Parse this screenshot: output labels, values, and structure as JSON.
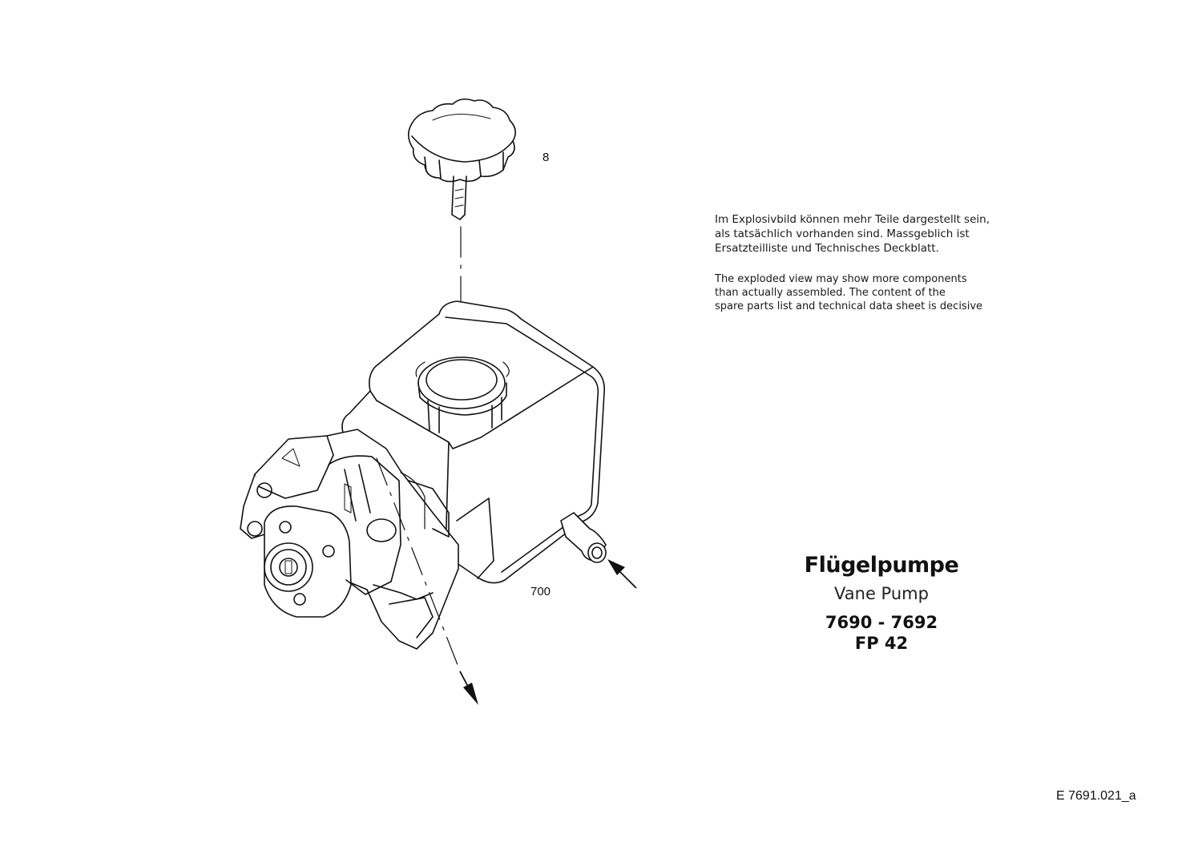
{
  "callouts": {
    "cap": "8",
    "reservoir": "700"
  },
  "note": {
    "de_lines": [
      "Im Explosivbild können mehr Teile dargestellt sein,",
      "als tatsächlich vorhanden sind. Massgeblich ist",
      "Ersatzteilliste und Technisches Deckblatt."
    ],
    "en_lines": [
      "The exploded view may show more components",
      "than actually assembled. The content of the",
      "spare parts list and technical data sheet is decisive"
    ]
  },
  "title": {
    "main": "Flügelpumpe",
    "sub": "Vane Pump",
    "number": "7690 - 7692",
    "model": "FP 42"
  },
  "doc_ref": "E  7691.021_a",
  "icons": {
    "inlet_arrow": "arrow-icon",
    "outlet_arrow": "arrow-icon"
  }
}
